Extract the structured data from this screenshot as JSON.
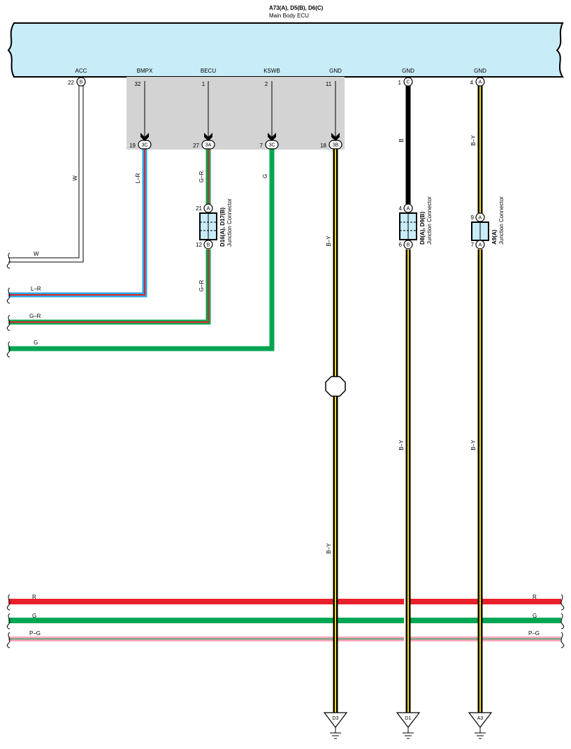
{
  "ecu": {
    "connectors": "A73(A), D5(B), D6(C)",
    "name": "Main Body ECU",
    "terminals": [
      {
        "name": "ACC",
        "pin": "22",
        "conn": "B"
      },
      {
        "name": "BMPX",
        "pin": "32"
      },
      {
        "name": "BECU",
        "pin": "1"
      },
      {
        "name": "KSWB",
        "pin": "2"
      },
      {
        "name": "GND",
        "pin": "11"
      },
      {
        "name": "GND",
        "pin": "1",
        "conn": "C"
      },
      {
        "name": "GND",
        "pin": "4",
        "conn": "A"
      }
    ]
  },
  "junction_pins": [
    {
      "pin": "19",
      "conn": "3C"
    },
    {
      "pin": "27",
      "conn": "3A"
    },
    {
      "pin": "7",
      "conn": "3C"
    },
    {
      "pin": "18",
      "conn": "3B"
    }
  ],
  "wire_labels": {
    "w_vertical": "W",
    "w_left": "W",
    "lr_vertical": "L–R",
    "lr_left": "L–R",
    "gr_top": "G–R",
    "gr_bottom": "G–R",
    "gr_left": "G–R",
    "g_vertical": "G",
    "g_left": "G",
    "by_upper": "B–Y",
    "by_lower": "B–Y",
    "b_vertical": "B",
    "by_d1": "B–Y",
    "by_a9_top": "B–Y",
    "by_a3": "B–Y"
  },
  "junction_connectors": [
    {
      "name": "D16(A), D17(B)",
      "desc": "Junction Connector",
      "top_pin": "21",
      "top_conn": "A",
      "bottom_pin": "12",
      "bottom_conn": "B"
    },
    {
      "name": "D8(A), D9(B)",
      "desc": "Junction Connector",
      "top_pin": "4",
      "top_conn": "A",
      "bottom_pin": "6",
      "bottom_conn": "B"
    },
    {
      "name": "A9(A)",
      "desc": "Junction Connector",
      "top_pin": "9",
      "top_conn": "A",
      "bottom_pin": "7",
      "bottom_conn": "A"
    }
  ],
  "bus_lines": [
    {
      "label_left": "R",
      "label_right": "R",
      "color": "#e8202a"
    },
    {
      "label_left": "G",
      "label_right": "G",
      "color": "#00a651"
    },
    {
      "label_left": "P–G",
      "label_right": "P–G",
      "color": "#f4a6b8"
    }
  ],
  "grounds": [
    "D3",
    "D1",
    "A3"
  ],
  "colors": {
    "ecu_fill": "#c8ecf8",
    "shade": "#d3d3d3",
    "blue": "#29a8e0",
    "red": "#e8202a",
    "green": "#00a651",
    "yellow": "#ffe100",
    "black": "#000000",
    "pink": "#f4a6b8"
  }
}
